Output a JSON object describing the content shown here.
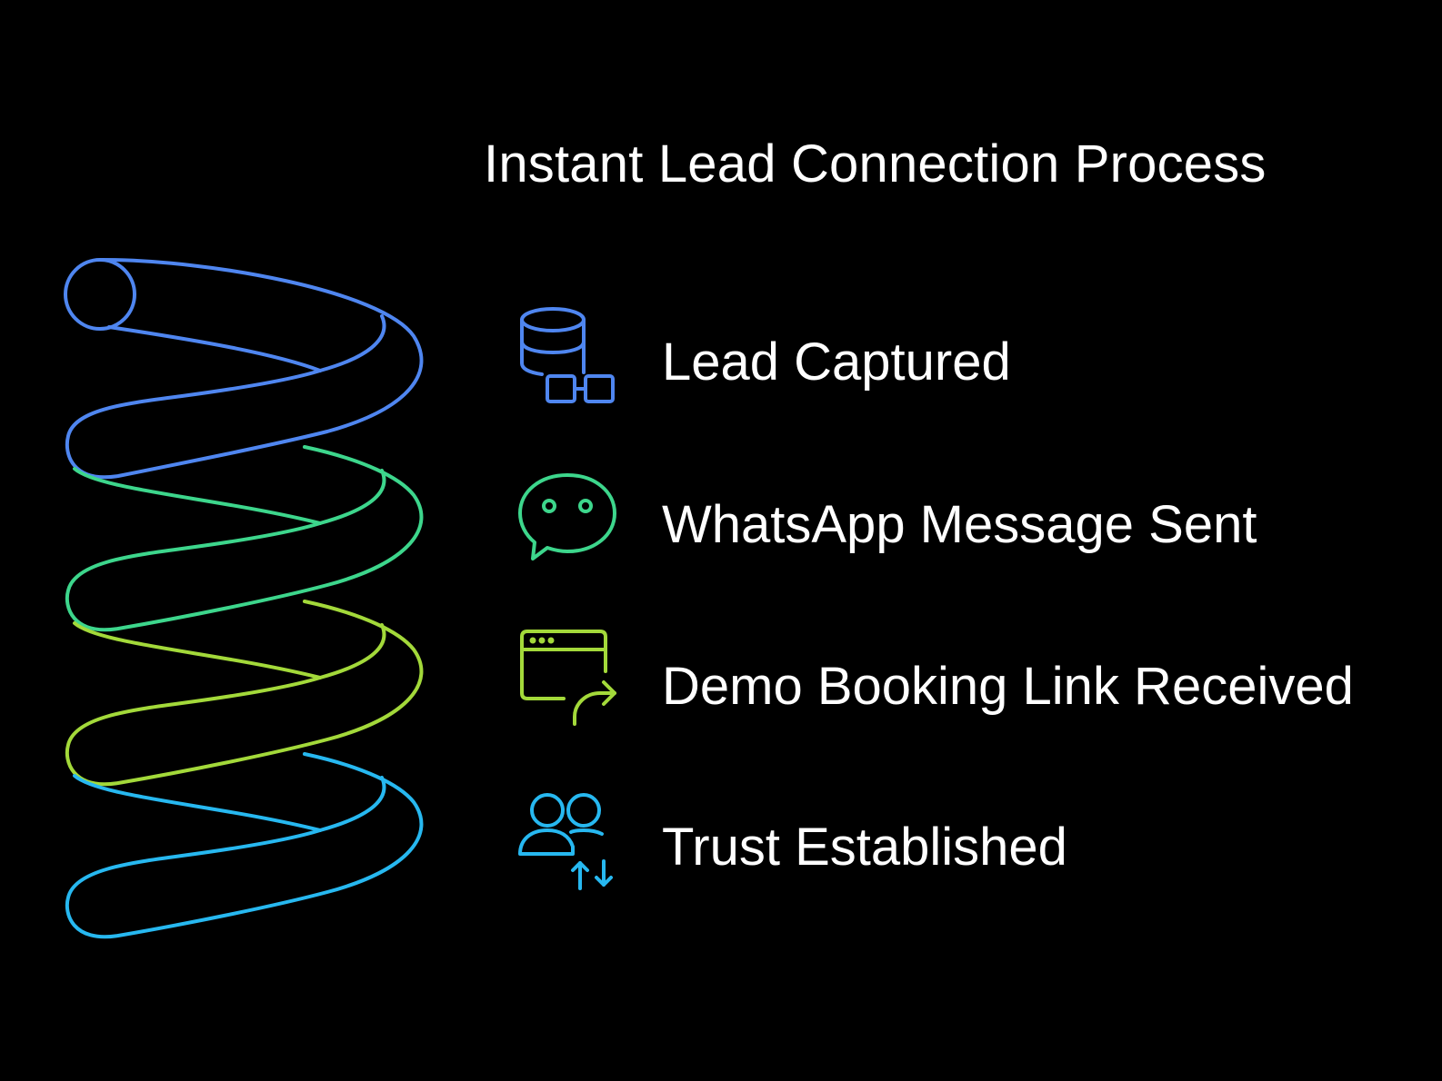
{
  "title": "Instant Lead Connection Process",
  "colors": {
    "background": "#000000",
    "text": "#ffffff",
    "step1": "#4f86f0",
    "step2": "#3dd68c",
    "step3": "#a3d93a",
    "step4": "#27b8f0"
  },
  "steps": [
    {
      "label": "Lead Captured",
      "icon": "database-icon",
      "color": "#4f86f0"
    },
    {
      "label": "WhatsApp Message Sent",
      "icon": "chat-bubble-icon",
      "color": "#3dd68c"
    },
    {
      "label": "Demo Booking Link Received",
      "icon": "browser-window-arrow-icon",
      "color": "#a3d93a"
    },
    {
      "label": "Trust Established",
      "icon": "users-exchange-icon",
      "color": "#27b8f0"
    }
  ]
}
